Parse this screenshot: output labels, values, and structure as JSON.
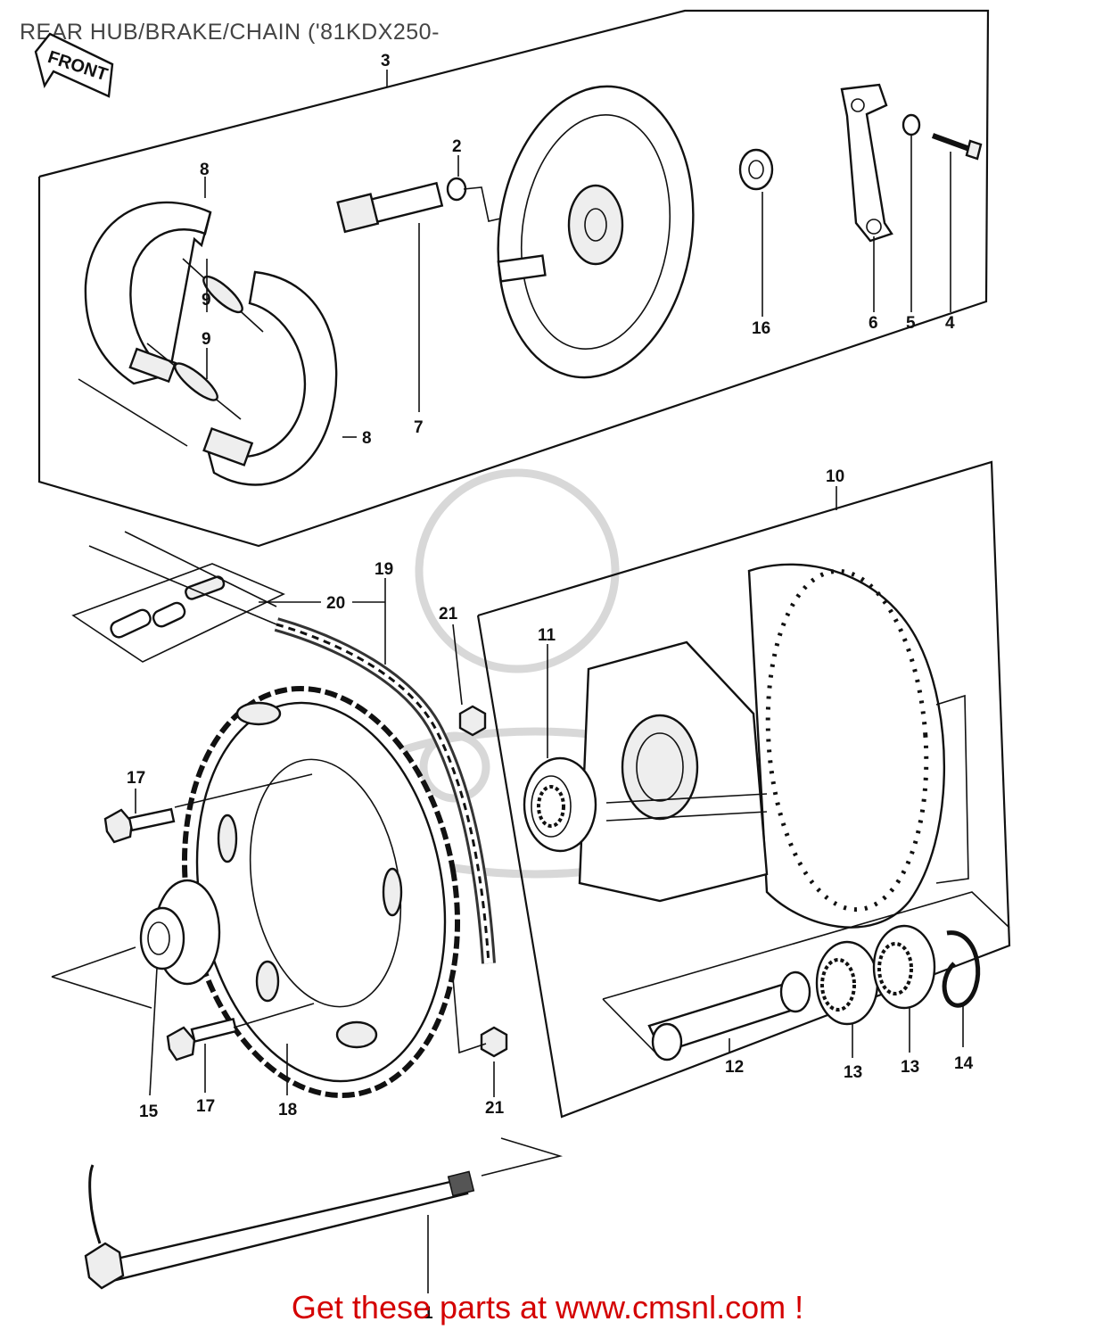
{
  "title": "REAR HUB/BRAKE/CHAIN ('81KDX250-",
  "footer_text": "Get these parts at www.cmsnl.com !",
  "front_label": "FRONT",
  "callouts": {
    "c1": "1",
    "c2": "2",
    "c3": "3",
    "c4": "4",
    "c5": "5",
    "c6": "6",
    "c7": "7",
    "c8a": "8",
    "c8b": "8",
    "c9a": "9",
    "c9b": "9",
    "c10": "10",
    "c11": "11",
    "c12": "12",
    "c13a": "13",
    "c13b": "13",
    "c14": "14",
    "c15": "15",
    "c16": "16",
    "c17a": "17",
    "c17b": "17",
    "c18": "18",
    "c19": "19",
    "c20": "20",
    "c21a": "21",
    "c21b": "21"
  },
  "colors": {
    "footer": "#d40000",
    "title": "#444444",
    "line": "#111111"
  }
}
